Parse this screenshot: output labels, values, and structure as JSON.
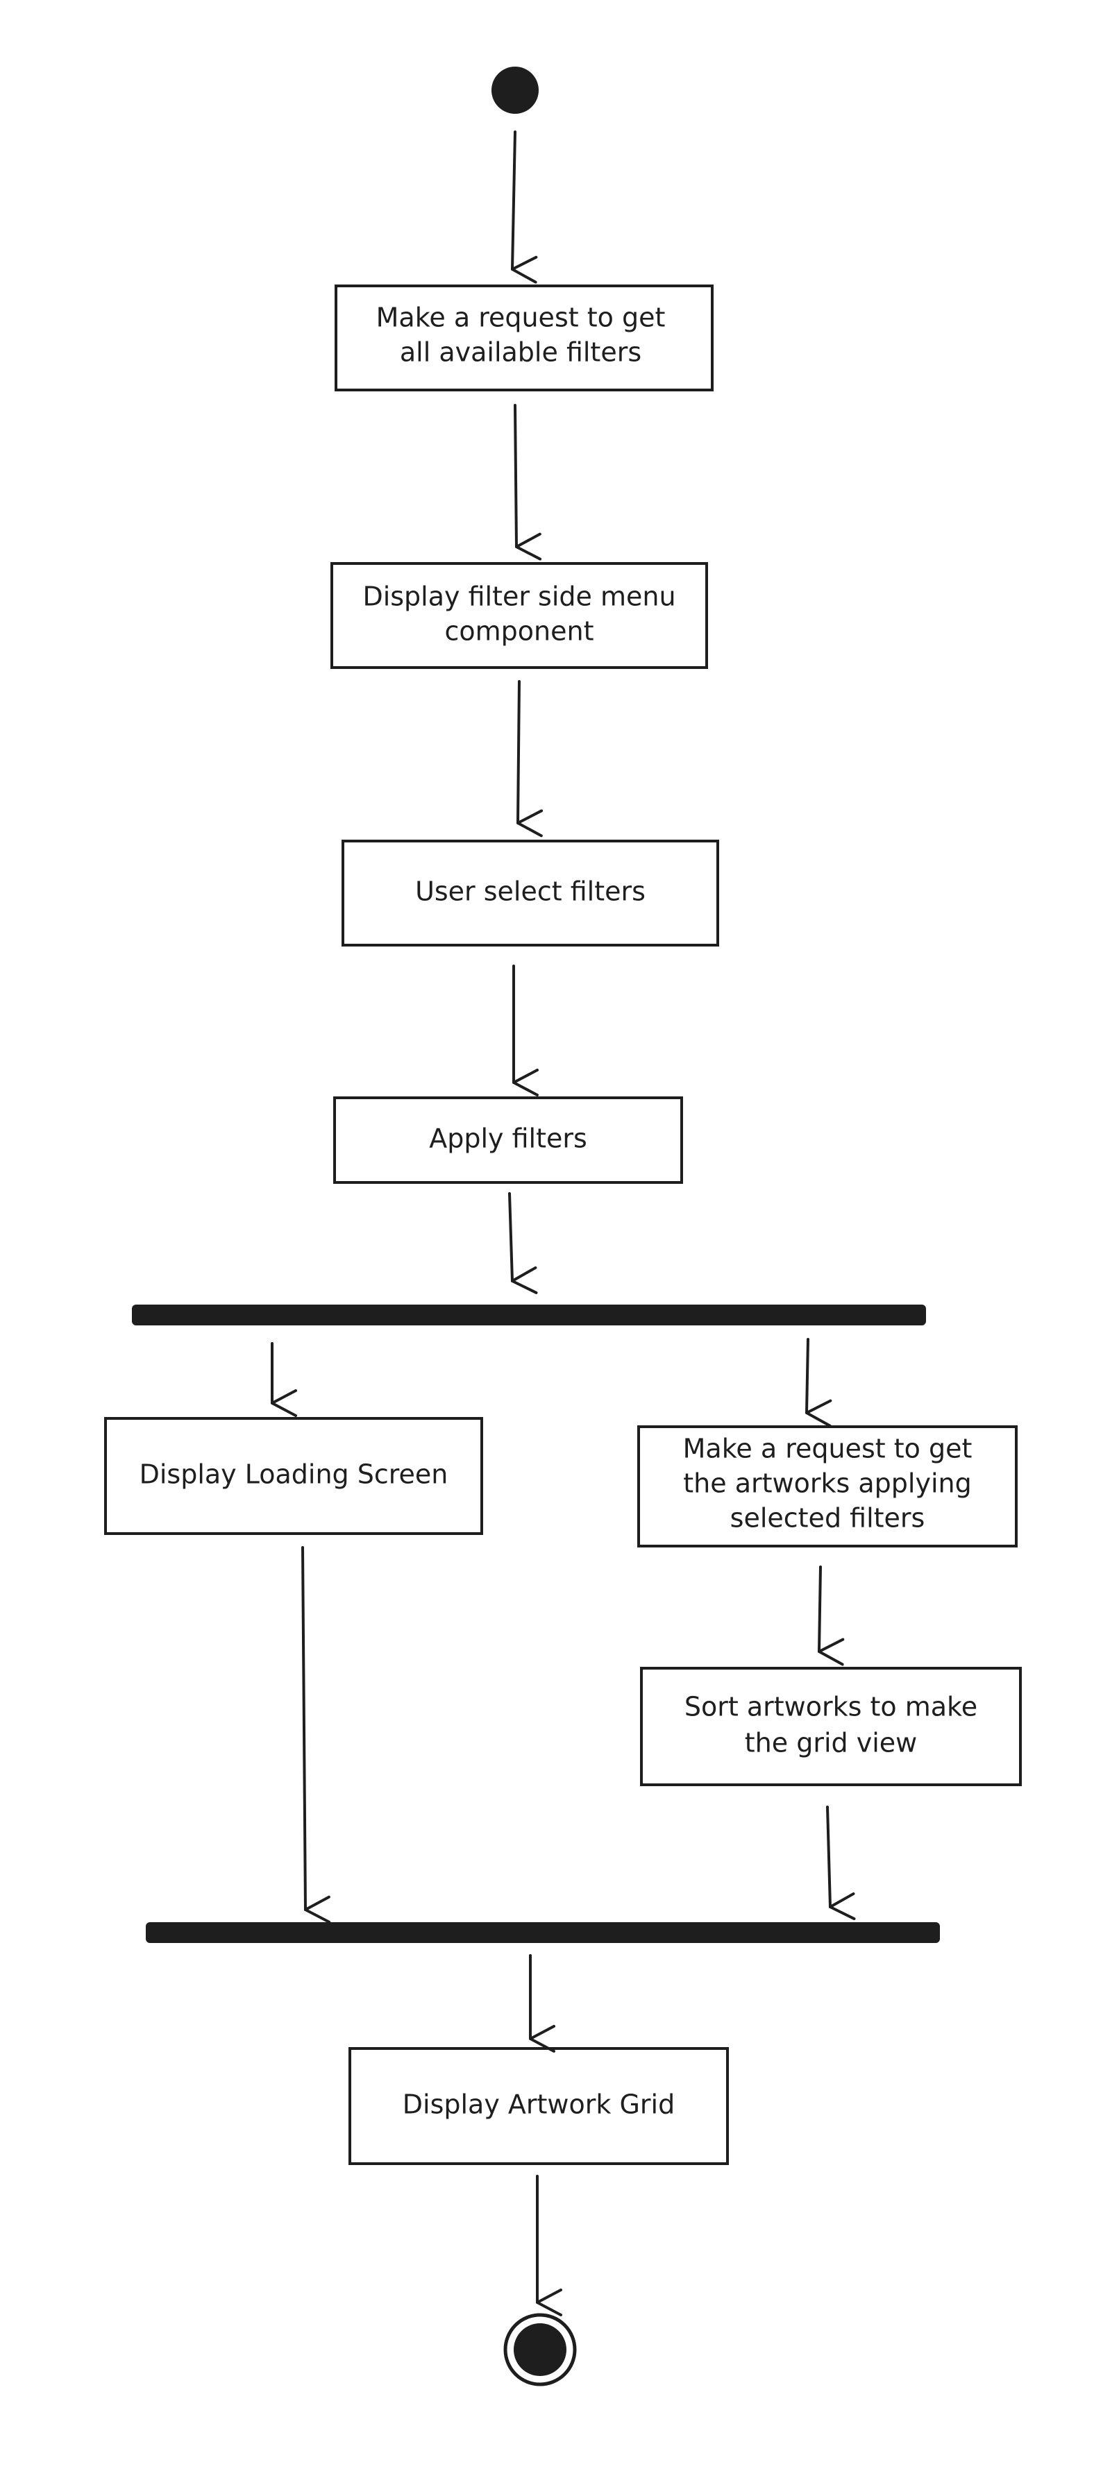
{
  "diagram": {
    "type": "activity",
    "nodes": {
      "start": {
        "kind": "initial"
      },
      "request_filters": {
        "kind": "action",
        "lines": [
          "Make a request to get",
          "all available filters"
        ]
      },
      "display_filter_menu": {
        "kind": "action",
        "lines": [
          "Display filter side menu",
          "component"
        ]
      },
      "user_select_filters": {
        "kind": "action",
        "lines": [
          "User select filters"
        ]
      },
      "apply_filters": {
        "kind": "action",
        "lines": [
          "Apply filters"
        ]
      },
      "fork": {
        "kind": "fork"
      },
      "display_loading": {
        "kind": "action",
        "lines": [
          "Display Loading Screen"
        ]
      },
      "request_artworks": {
        "kind": "action",
        "lines": [
          "Make a request to get",
          "the artworks applying",
          "selected filters"
        ]
      },
      "sort_artworks": {
        "kind": "action",
        "lines": [
          "Sort artworks to make",
          "the grid view"
        ]
      },
      "join": {
        "kind": "join"
      },
      "display_grid": {
        "kind": "action",
        "lines": [
          "Display Artwork Grid"
        ]
      },
      "end": {
        "kind": "final"
      }
    },
    "edges": [
      [
        "start",
        "request_filters"
      ],
      [
        "request_filters",
        "display_filter_menu"
      ],
      [
        "display_filter_menu",
        "user_select_filters"
      ],
      [
        "user_select_filters",
        "apply_filters"
      ],
      [
        "apply_filters",
        "fork"
      ],
      [
        "fork",
        "display_loading"
      ],
      [
        "fork",
        "request_artworks"
      ],
      [
        "request_artworks",
        "sort_artworks"
      ],
      [
        "display_loading",
        "join"
      ],
      [
        "sort_artworks",
        "join"
      ],
      [
        "join",
        "display_grid"
      ],
      [
        "display_grid",
        "end"
      ]
    ]
  }
}
